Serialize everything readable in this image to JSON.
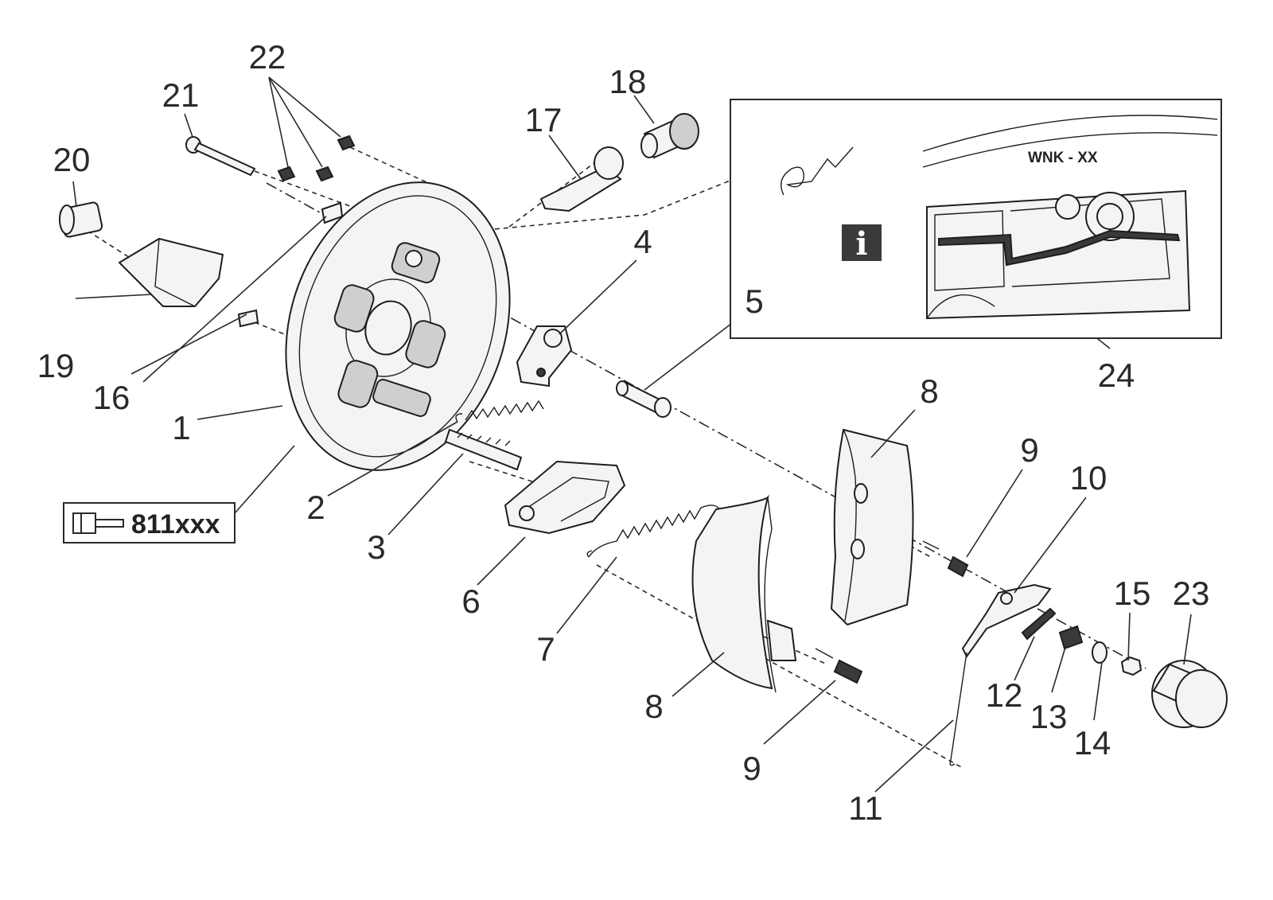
{
  "callouts": [
    {
      "id": "1",
      "text": "1"
    },
    {
      "id": "2",
      "text": "2"
    },
    {
      "id": "3",
      "text": "3"
    },
    {
      "id": "4",
      "text": "4"
    },
    {
      "id": "5",
      "text": "5"
    },
    {
      "id": "6",
      "text": "6"
    },
    {
      "id": "7",
      "text": "7"
    },
    {
      "id": "8a",
      "text": "8"
    },
    {
      "id": "8b",
      "text": "8"
    },
    {
      "id": "9a",
      "text": "9"
    },
    {
      "id": "9b",
      "text": "9"
    },
    {
      "id": "10",
      "text": "10"
    },
    {
      "id": "11",
      "text": "11"
    },
    {
      "id": "12",
      "text": "12"
    },
    {
      "id": "13",
      "text": "13"
    },
    {
      "id": "14",
      "text": "14"
    },
    {
      "id": "15",
      "text": "15"
    },
    {
      "id": "16",
      "text": "16"
    },
    {
      "id": "17",
      "text": "17"
    },
    {
      "id": "18",
      "text": "18"
    },
    {
      "id": "19",
      "text": "19"
    },
    {
      "id": "20",
      "text": "20"
    },
    {
      "id": "21",
      "text": "21"
    },
    {
      "id": "22",
      "text": "22"
    },
    {
      "id": "23",
      "text": "23"
    },
    {
      "id": "24",
      "text": "24"
    }
  ],
  "part_number_box": {
    "text": "811xxx"
  },
  "inset": {
    "label": "WNK - XX",
    "info_icon": "i"
  }
}
